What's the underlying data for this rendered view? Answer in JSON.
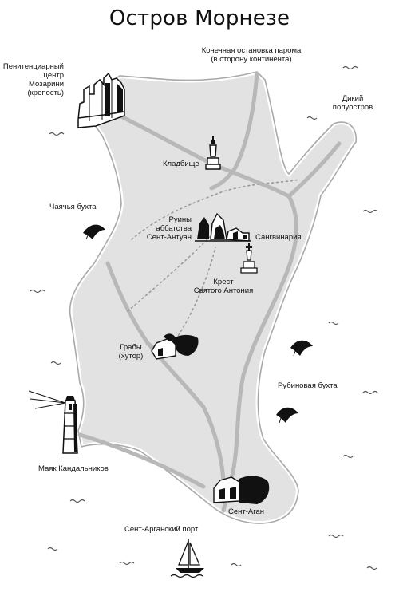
{
  "title": "Остров Морнезе",
  "labels": {
    "penitentiary": [
      "Пенитенциарный",
      "центр",
      "Мозарини",
      "(крепость)"
    ],
    "ferry": [
      "Конечная остановка парома",
      "(в сторону континента)"
    ],
    "wild_peninsula": [
      "Дикий",
      "полуостров"
    ],
    "cemetery": "Кладбище",
    "gull_bay": "Чаячья бухта",
    "abbey_ruins": [
      "Руины",
      "аббатства",
      "Сент-Антуан"
    ],
    "sanguinaria": "Сангвинария",
    "cross": [
      "Крест",
      "Святого Антония"
    ],
    "graby": [
      "Грабы",
      "(хутор)"
    ],
    "ruby_bay": "Рубиновая бухта",
    "lighthouse": "Маяк Кандальников",
    "saint_argan": "Сент-Аган",
    "port": "Сент-Арганский порт"
  },
  "icons": [
    "fortress-icon",
    "cemetery-cross-icon",
    "abbey-ruins-icon",
    "cross-monument-icon",
    "farm-trees-icon",
    "lighthouse-icon",
    "village-icon",
    "sailboat-icon",
    "bird-icon",
    "wave-icon"
  ]
}
